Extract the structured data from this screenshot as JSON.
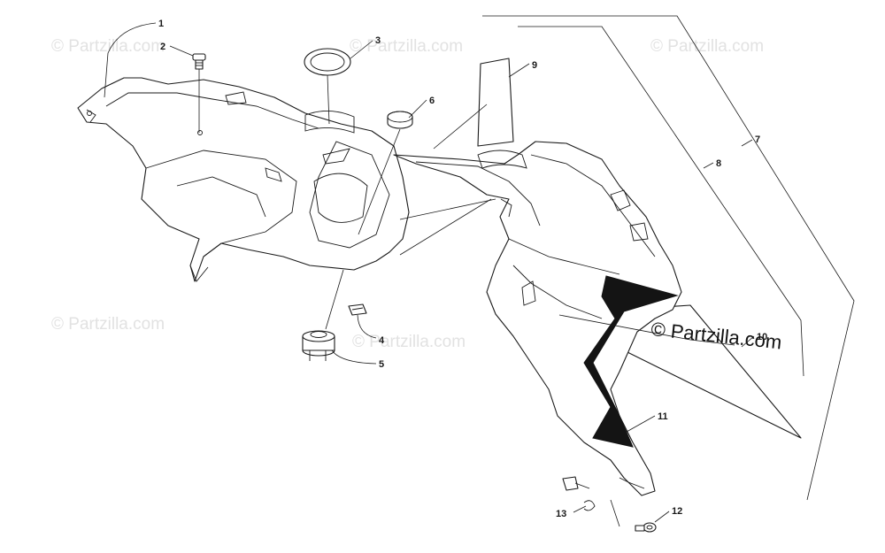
{
  "watermarks": [
    {
      "text": "© Partzilla.com"
    },
    {
      "text": "© Partzilla.com"
    },
    {
      "text": "© Partzilla.com"
    },
    {
      "text": "© Partzilla.com"
    },
    {
      "text": "© Partzilla.com"
    }
  ],
  "brand_watermark": "© Partzilla.com",
  "callouts": [
    "1",
    "2",
    "3",
    "4",
    "5",
    "6",
    "7",
    "8",
    "9",
    "10",
    "11",
    "12",
    "13"
  ],
  "colors": {
    "line": "#1a1a1a",
    "decal": "#141414",
    "watermark": "#e2e2e2"
  }
}
